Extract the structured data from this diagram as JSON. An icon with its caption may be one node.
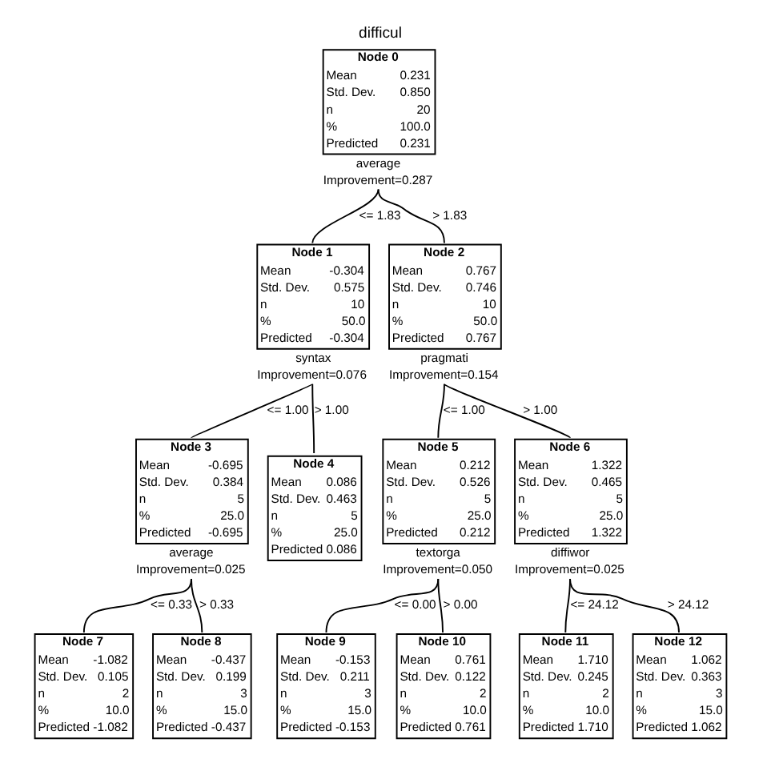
{
  "diagram": {
    "title": "difficul",
    "nodes": [
      {
        "text": [
          "Node 0",
          "Mean",
          "0.231",
          "Std. Dev.",
          "0.850",
          "n",
          "20",
          "%",
          "100.0",
          "Predicted",
          "0.231"
        ],
        "beside": [
          "average",
          "Improvement=0.287"
        ]
      },
      {
        "text": [
          "Node 1",
          "Mean",
          "-0.304",
          "Std. Dev.",
          "0.575",
          "n",
          "10",
          "%",
          "50.0",
          "Predicted",
          "-0.304"
        ],
        "beside": [
          "syntax",
          "Improvement=0.076"
        ]
      },
      {
        "text": [
          "Node 2",
          "Mean",
          "0.767",
          "Std. Dev.",
          "0.746",
          "n",
          "10",
          "%",
          "50.0",
          "Predicted",
          "0.767"
        ],
        "beside": [
          "pragmati",
          "Improvement=0.154"
        ]
      },
      {
        "text": [
          "Node 3",
          "Mean",
          "-0.695",
          "Std. Dev.",
          "0.384",
          "n",
          "5",
          "%",
          "25.0",
          "Predicted",
          "-0.695"
        ],
        "beside": [
          "average",
          "Improvement=0.025"
        ]
      },
      {
        "text": [
          "Node 4",
          "Mean",
          "0.086",
          "Std. Dev.",
          "0.463",
          "n",
          "5",
          "%",
          "25.0",
          "Predicted",
          "0.086"
        ]
      },
      {
        "text": [
          "Node 5",
          "Mean",
          "0.212",
          "Std. Dev.",
          "0.526",
          "n",
          "5",
          "%",
          "25.0",
          "Predicted",
          "0.212"
        ],
        "beside": [
          "textorga",
          "Improvement=0.050"
        ]
      },
      {
        "text": [
          "Node 6",
          "Mean",
          "1.322",
          "Std. Dev.",
          "0.465",
          "n",
          "5",
          "%",
          "25.0",
          "Predicted",
          "1.322"
        ],
        "beside": [
          "diffiwor",
          "Improvement=0.025"
        ]
      },
      {
        "text": [
          "Node 7",
          "Mean",
          "-1.082",
          "Std. Dev.",
          "0.105",
          "n",
          "2",
          "%",
          "10.0",
          "Predicted",
          "-1.082"
        ]
      },
      {
        "text": [
          "Node 8",
          "Mean",
          "-0.437",
          "Std. Dev.",
          "0.199",
          "n",
          "3",
          "%",
          "15.0",
          "Predicted",
          "-0.437"
        ]
      },
      {
        "text": [
          "Node 9",
          "Mean",
          "-0.153",
          "Std. Dev.",
          "0.211",
          "n",
          "3",
          "%",
          "15.0",
          "Predicted",
          "-0.153"
        ]
      },
      {
        "text": [
          "Node 10",
          "Mean",
          "0.761",
          "Std. Dev.",
          "0.122",
          "n",
          "2",
          "%",
          "10.0",
          "Predicted",
          "0.761"
        ]
      },
      {
        "text": [
          "Node 11",
          "Mean",
          "1.710",
          "Std. Dev.",
          "0.245",
          "n",
          "2",
          "%",
          "10.0",
          "Predicted",
          "1.710"
        ]
      },
      {
        "text": [
          "Node 12",
          "Mean",
          "1.062",
          "Std. Dev.",
          "0.363",
          "n",
          "3",
          "%",
          "15.0",
          "Predicted",
          "1.062"
        ]
      }
    ],
    "edges": [
      {
        "from": 0,
        "to": 1,
        "arrow": "none",
        "label": "<= 1.83"
      },
      {
        "from": 0,
        "to": 2,
        "arrow": "none",
        "label": "> 1.83"
      },
      {
        "from": 1,
        "to": 3,
        "arrow": "none",
        "label": "<= 1.00"
      },
      {
        "from": 1,
        "to": 4,
        "arrow": "none",
        "label": "> 1.00"
      },
      {
        "from": 2,
        "to": 5,
        "arrow": "none",
        "label": "<= 1.00"
      },
      {
        "from": 2,
        "to": 6,
        "arrow": "none",
        "label": "> 1.00"
      },
      {
        "from": 3,
        "to": 7,
        "arrow": "none",
        "label": "<= 0.33"
      },
      {
        "from": 3,
        "to": 8,
        "arrow": "none",
        "label": "> 0.33"
      },
      {
        "from": 5,
        "to": 9,
        "arrow": "none",
        "label": "<= 0.00"
      },
      {
        "from": 5,
        "to": 10,
        "arrow": "none",
        "label": "> 0.00"
      },
      {
        "from": 6,
        "to": 11,
        "arrow": "none",
        "label": "<= 24.12"
      },
      {
        "from": 6,
        "to": 12,
        "arrow": "none",
        "label": "> 24.12"
      }
    ]
  }
}
